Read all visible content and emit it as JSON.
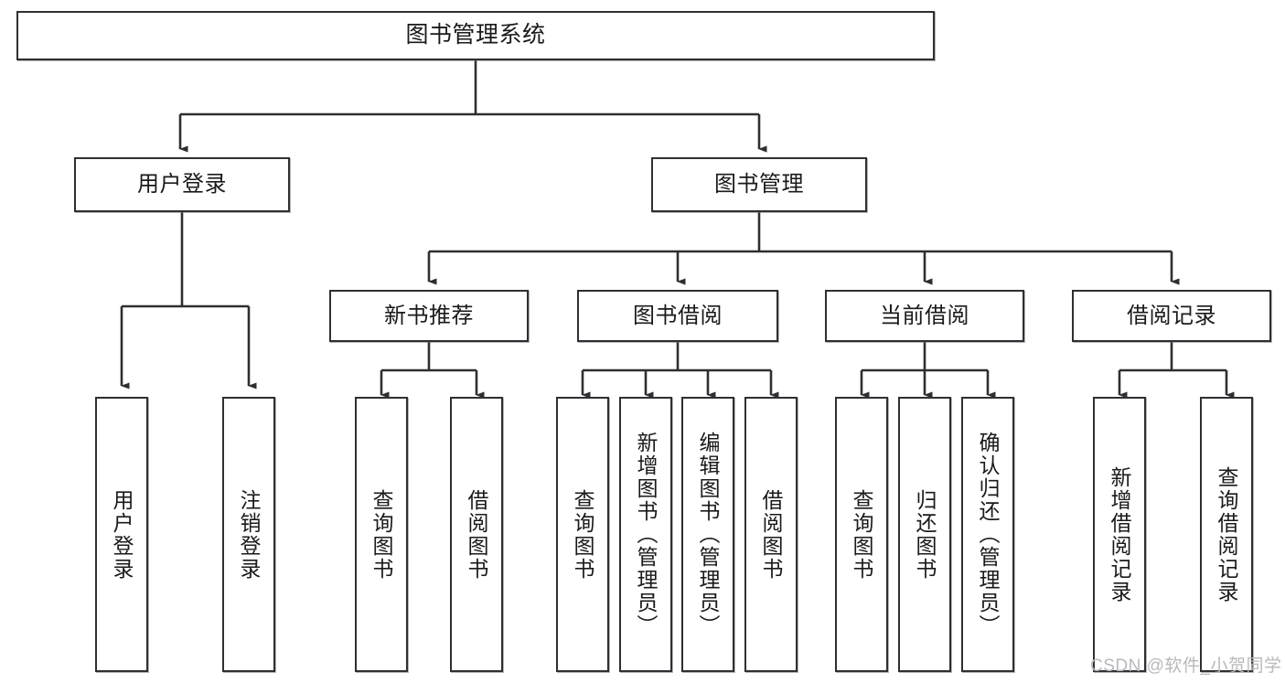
{
  "diagram": {
    "title": "图书管理系统",
    "type": "tree",
    "watermark": "CSDN @软件_小贺同学",
    "levels": {
      "root": "图书管理系统",
      "level1": [
        "用户登录",
        "图书管理"
      ],
      "level2": [
        "新书推荐",
        "图书借阅",
        "当前借阅",
        "借阅记录"
      ],
      "leaves": [
        "用户登录",
        "注销登录",
        "查询图书",
        "借阅图书",
        "查询图书",
        "新增图书（管理员）",
        "编辑图书（管理员）",
        "借阅图书",
        "查询图书",
        "归还图书",
        "确认归还（管理员）",
        "新增借阅记录",
        "查询借阅记录"
      ]
    },
    "nodes": {
      "root": {
        "label": "图书管理系统"
      },
      "user_login": {
        "label": "用户登录"
      },
      "book_manage": {
        "label": "图书管理"
      },
      "new_book_rec": {
        "label": "新书推荐"
      },
      "book_borrow": {
        "label": "图书借阅"
      },
      "current_borrow": {
        "label": "当前借阅"
      },
      "borrow_record": {
        "label": "借阅记录"
      },
      "leaf_user_login": {
        "label": "用户登录"
      },
      "leaf_logout": {
        "label": "注销登录"
      },
      "leaf_query_book_1": {
        "label": "查询图书"
      },
      "leaf_borrow_book_1": {
        "label": "借阅图书"
      },
      "leaf_query_book_2": {
        "label": "查询图书"
      },
      "leaf_add_book": {
        "label": "新增图书（管理员）"
      },
      "leaf_edit_book": {
        "label": "编辑图书（管理员）"
      },
      "leaf_borrow_book_2": {
        "label": "借阅图书"
      },
      "leaf_query_book_3": {
        "label": "查询图书"
      },
      "leaf_return_book": {
        "label": "归还图书"
      },
      "leaf_confirm_return": {
        "label": "确认归还（管理员）"
      },
      "leaf_add_record": {
        "label": "新增借阅记录"
      },
      "leaf_query_record": {
        "label": "查询借阅记录"
      }
    },
    "colors": {
      "stroke": "#2f2f33",
      "fill": "#ffffff",
      "text": "#1a1a1a",
      "watermark": "#b9b9bd"
    }
  }
}
